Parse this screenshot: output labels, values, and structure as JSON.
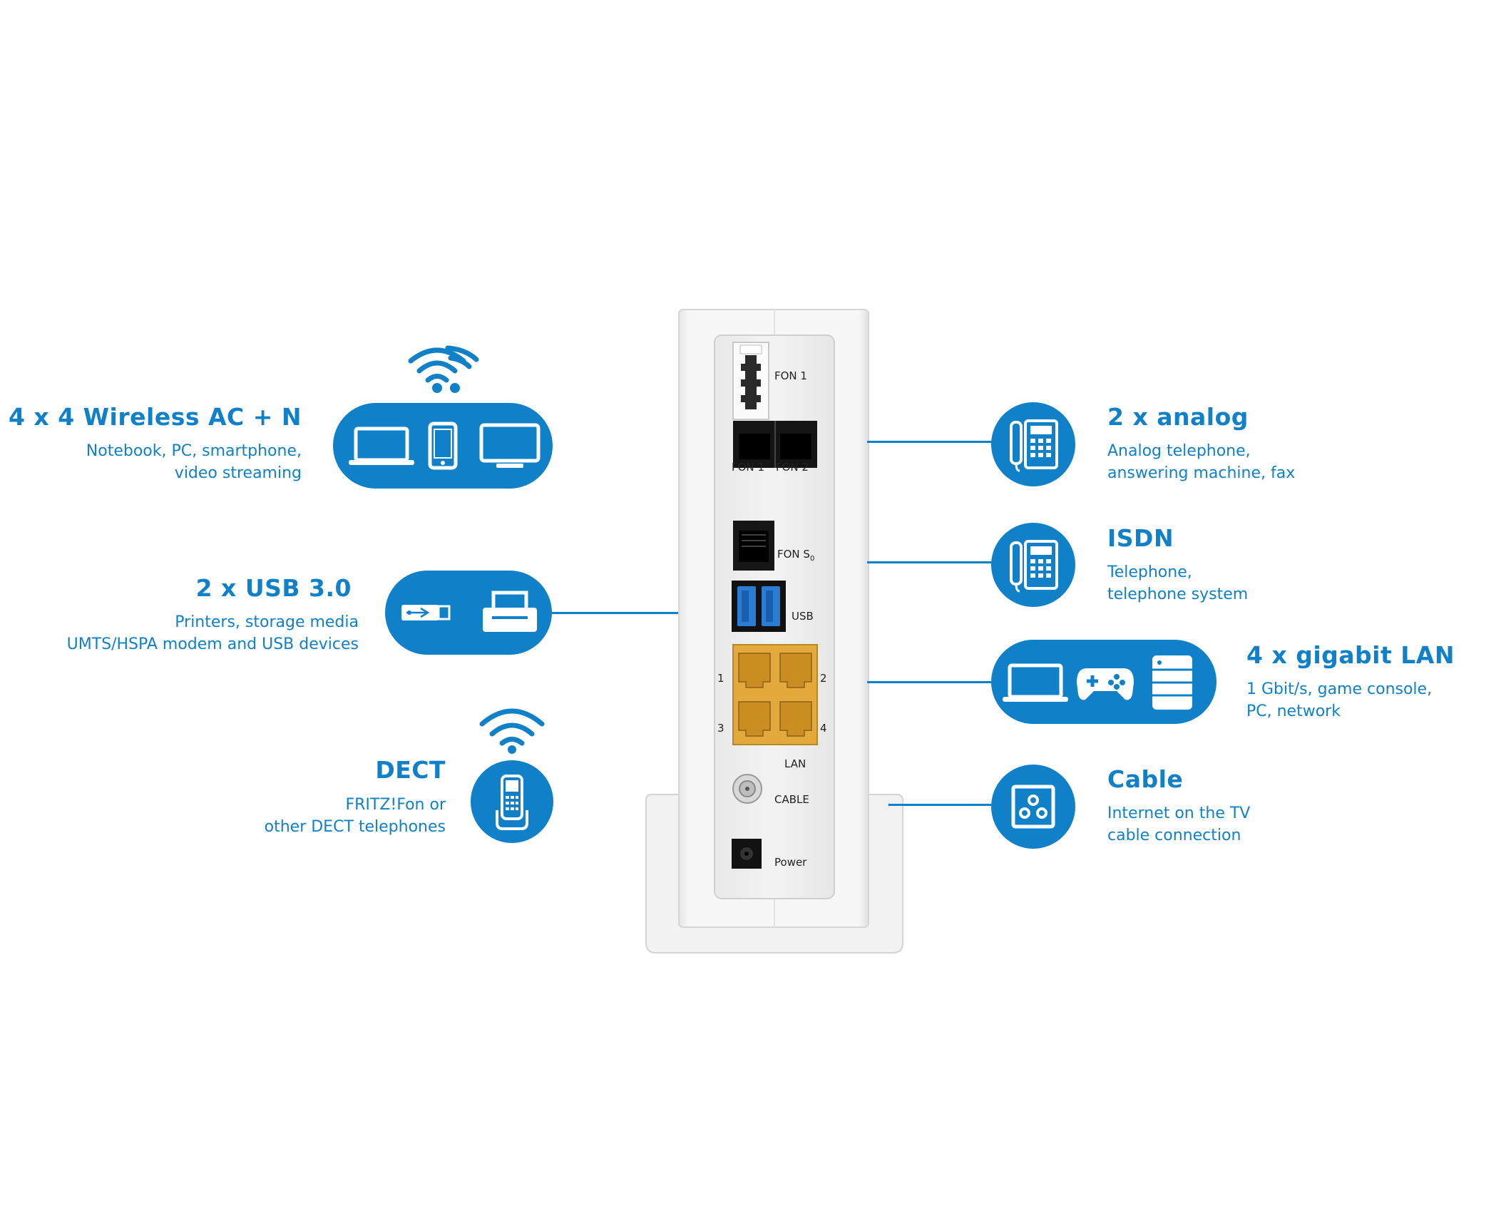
{
  "features": {
    "wireless": {
      "title": "4 x 4 Wireless AC + N",
      "desc1": "Notebook, PC, smartphone,",
      "desc2": "video streaming"
    },
    "usb": {
      "title": "2 x USB 3.0",
      "desc1": "Printers, storage media",
      "desc2": "UMTS/HSPA modem and USB devices"
    },
    "dect": {
      "title": "DECT",
      "desc1": "FRITZ!Fon or",
      "desc2": "other DECT telephones"
    },
    "analog": {
      "title": "2 x analog",
      "desc1": "Analog telephone,",
      "desc2": "answering machine, fax"
    },
    "isdn": {
      "title": "ISDN",
      "desc1": "Telephone,",
      "desc2": "telephone system"
    },
    "lan": {
      "title": "4 x gigabit LAN",
      "desc1": "1 Gbit/s, game console,",
      "desc2": "PC, network"
    },
    "cable": {
      "title": "Cable",
      "desc1": "Internet on the TV",
      "desc2": "cable connection"
    }
  },
  "ports": {
    "fon1_top": "FON 1",
    "fon1": "FON 1",
    "fon2": "FON 2",
    "fon_s0": "FON S",
    "fon_s0_sub": "0",
    "usb": "USB",
    "lan": "LAN",
    "lan1": "1",
    "lan2": "2",
    "lan3": "3",
    "lan4": "4",
    "cable": "CABLE",
    "power": "Power"
  },
  "colors": {
    "accent": "#1080c8",
    "lan_port": "#e3a93c",
    "usb_port": "#2b7cd3"
  },
  "icons": [
    "wifi-icon",
    "laptop-icon",
    "smartphone-icon",
    "monitor-icon",
    "usb-stick-icon",
    "printer-icon",
    "dect-phone-icon",
    "desk-phone-icon",
    "gamepad-icon",
    "server-icon",
    "cable-socket-icon"
  ]
}
